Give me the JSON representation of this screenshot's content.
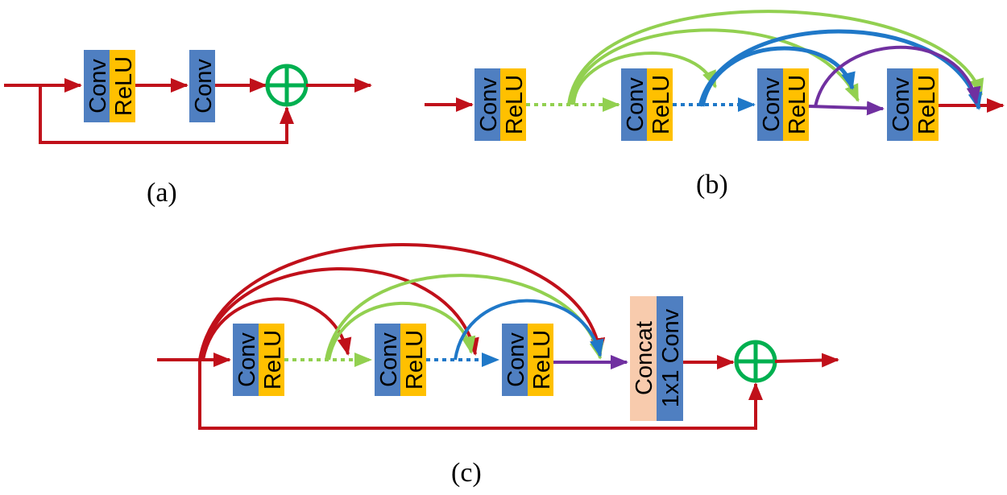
{
  "colors": {
    "conv": "#4F7FC1",
    "relu": "#FFC000",
    "concat": "#F8CBAD",
    "red": "#C0101A",
    "green": "#92D050",
    "blue": "#1F78C8",
    "purple": "#7030A0",
    "sum": "#00B050"
  },
  "labels": {
    "conv": "Conv",
    "relu": "ReLU",
    "concat": "Concat",
    "conv1x1": "1x1 Conv"
  },
  "captions": {
    "a": "(a)",
    "b": "(b)",
    "c": "(c)"
  },
  "icons": {
    "sum": "circle-plus-icon"
  }
}
